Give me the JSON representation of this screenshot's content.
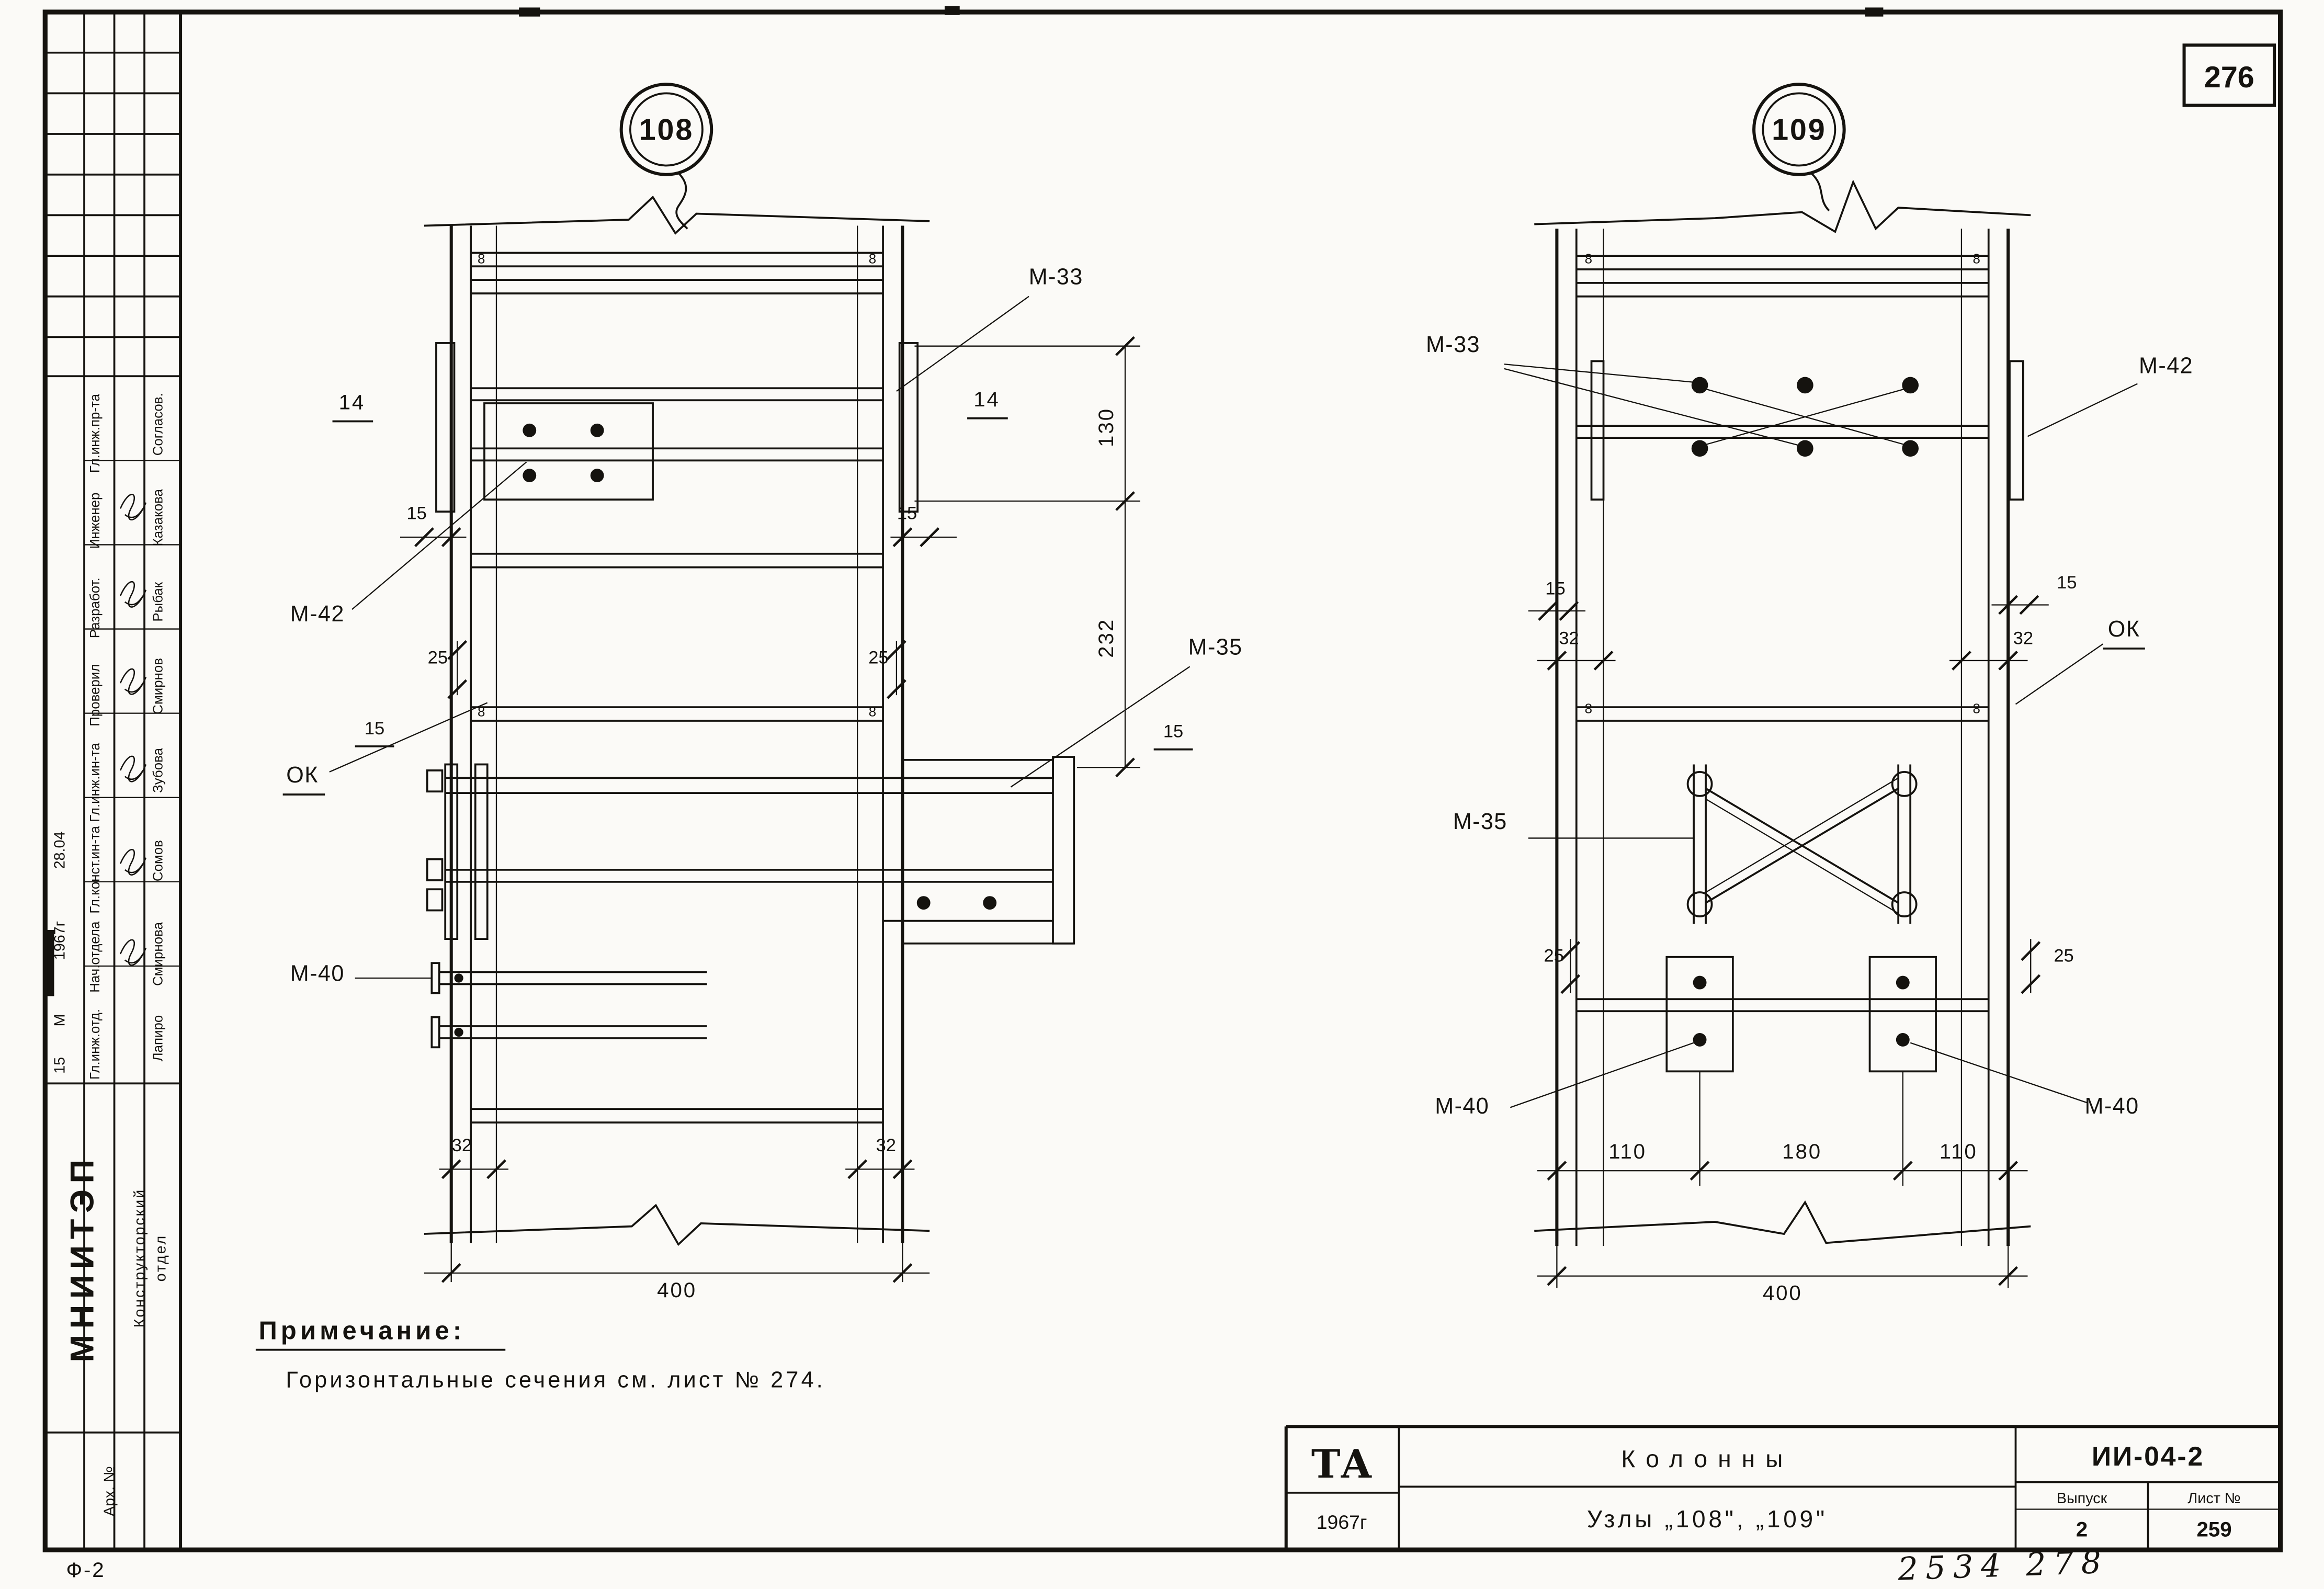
{
  "page": {
    "number": "276",
    "form_code": "Ф-2",
    "handwritten": "2534  278"
  },
  "note": {
    "title": "Примечание:",
    "body": "Горизонтальные  сечения   см. лист  № 274."
  },
  "title_block": {
    "logo": "ТА",
    "year": "1967г",
    "title": "Колонны",
    "subtitle": "Узлы  „108\",  „109\"",
    "doc_code": "ИИ-04-2",
    "issue_label": "Выпуск",
    "issue_value": "2",
    "sheet_label": "Лист №",
    "sheet_value": "259"
  },
  "stamp": {
    "agreed": "Согласов.",
    "names": [
      "Казакова",
      "Рыбак",
      "Смирнов",
      "Зубова",
      "Сомов",
      "Смирнова",
      "Лапиро"
    ],
    "roles": [
      "Гл.инж.пр-та",
      "Инженер",
      "Разработ.",
      "Проверил",
      "Гл.инж.ин-та",
      "Гл.конст.ин-та",
      "Нач.отдела",
      "Гл.инж.отд."
    ],
    "dates": [
      "28.04",
      "1967г",
      "М",
      "15"
    ],
    "org": "МНИИТЭП",
    "department_line1": "Конструкторский",
    "department_line2": "отдел",
    "arch": "Арх. №"
  },
  "detail108": {
    "id": "108",
    "mark14_left": "14",
    "mark14_right": "14",
    "m33": "М-33",
    "m42": "М-42",
    "m35": "М-35",
    "m40": "М-40",
    "ok": "ОК",
    "d130": "130",
    "d232": "232",
    "d400": "400",
    "d15_left": "15",
    "d15_right": "15",
    "d25_left": "25",
    "d25_right": "25",
    "d15u_left": "15",
    "d15u_right": "15",
    "d32_left": "32",
    "d32_right": "32",
    "weld": "8"
  },
  "detail109": {
    "id": "109",
    "m33": "М-33",
    "m42": "М-42",
    "m35": "М-35",
    "m40_left": "М-40",
    "m40_right": "М-40",
    "ok": "ОК",
    "d15_left": "15",
    "d15_right": "15",
    "d32_left": "32",
    "d32_right": "32",
    "d25_left": "25",
    "d25_right": "25",
    "d110_left": "110",
    "d180": "180",
    "d110_right": "110",
    "d400": "400",
    "weld": "8"
  }
}
